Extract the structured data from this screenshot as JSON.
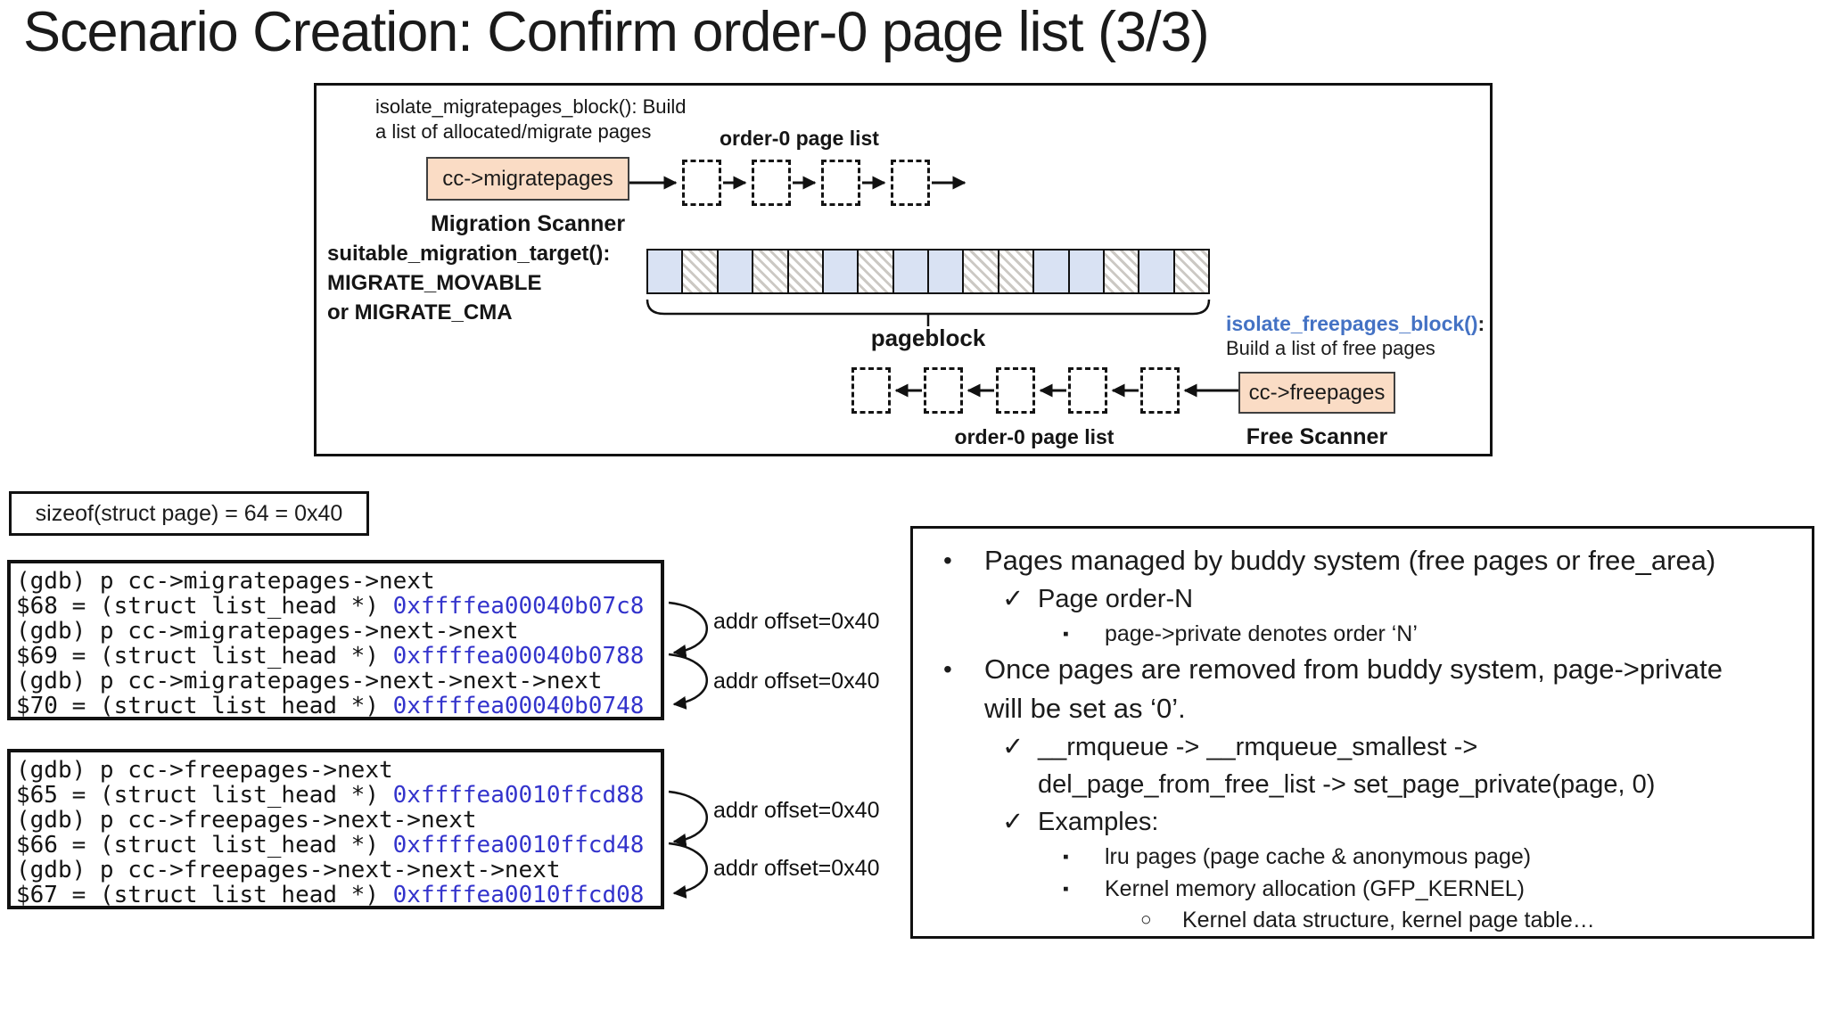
{
  "title": "Scenario Creation: Confirm order-0 page list (3/3)",
  "colors": {
    "accent_blue": "#4472c4",
    "address_blue": "#3333cc",
    "box_peach": "#fadcc5",
    "cell_blue": "#d9e2f3"
  },
  "diagram": {
    "migrate_annotation_line1": "isolate_migratepages_block(): Build",
    "migrate_annotation_line2": "a list of allocated/migrate pages",
    "order0_top_label": "order-0 page list",
    "migratepages_box": "cc->migratepages",
    "migration_scanner_label": "Migration Scanner",
    "suitable_lines": [
      "suitable_migration_target():",
      "MIGRATE_MOVABLE",
      "or MIGRATE_CMA"
    ],
    "pageblock": {
      "label": "pageblock",
      "cells": [
        "blue",
        "hatched",
        "blue",
        "hatched",
        "hatched",
        "blue",
        "hatched",
        "blue",
        "blue",
        "hatched",
        "hatched",
        "blue",
        "blue",
        "hatched",
        "blue",
        "hatched"
      ]
    },
    "free_annotation_link": "isolate_freepages_block()",
    "free_annotation_colon": ":",
    "free_annotation_line2": "Build a list of free pages",
    "freepages_box": "cc->freepages",
    "order0_bottom_label": "order-0 page list",
    "free_scanner_label": "Free Scanner",
    "top_chain_nodes": 4,
    "bottom_chain_nodes": 5
  },
  "sizeof_note": "sizeof(struct page) = 64 = 0x40",
  "gdb_migrate": {
    "lines": [
      {
        "cmd": "(gdb) p cc->migratepages->next"
      },
      {
        "result": "$68 = (struct list_head *) ",
        "address": "0xffffea00040b07c8"
      },
      {
        "cmd": "(gdb) p cc->migratepages->next->next"
      },
      {
        "result": "$69 = (struct list_head *) ",
        "address": "0xffffea00040b0788"
      },
      {
        "cmd": "(gdb) p cc->migratepages->next->next->next"
      },
      {
        "result": "$70 = (struct list_head *) ",
        "address": "0xffffea00040b0748"
      }
    ]
  },
  "gdb_free": {
    "lines": [
      {
        "cmd": "(gdb) p cc->freepages->next"
      },
      {
        "result": "$65 = (struct list_head *) ",
        "address": "0xffffea0010ffcd88"
      },
      {
        "cmd": "(gdb) p cc->freepages->next->next"
      },
      {
        "result": "$66 = (struct list_head *) ",
        "address": "0xffffea0010ffcd48"
      },
      {
        "cmd": "(gdb) p cc->freepages->next->next->next"
      },
      {
        "result": "$67 = (struct list_head *) ",
        "address": "0xffffea0010ffcd08"
      }
    ]
  },
  "offset_labels": [
    "addr offset=0x40",
    "addr offset=0x40",
    "addr offset=0x40",
    "addr offset=0x40"
  ],
  "notes": {
    "items": [
      {
        "level": 1,
        "marker": "•",
        "lines": [
          "Pages managed by buddy system (free pages or free_area)"
        ]
      },
      {
        "level": 2,
        "marker": "✓",
        "lines": [
          "Page order-N"
        ]
      },
      {
        "level": 3,
        "marker": "▪",
        "lines": [
          "page->private denotes order ‘N’"
        ]
      },
      {
        "level": 1,
        "marker": "•",
        "lines": [
          "Once pages are removed from buddy system, page->private",
          "will be set as ‘0’."
        ]
      },
      {
        "level": 2,
        "marker": "✓",
        "lines": [
          "__rmqueue -> __rmqueue_smallest ->",
          "del_page_from_free_list -> set_page_private(page, 0)"
        ]
      },
      {
        "level": 2,
        "marker": "✓",
        "lines": [
          "Examples:"
        ]
      },
      {
        "level": 3,
        "marker": "▪",
        "lines": [
          "lru pages (page cache & anonymous page)"
        ]
      },
      {
        "level": 3,
        "marker": "▪",
        "lines": [
          "Kernel memory allocation (GFP_KERNEL)"
        ]
      },
      {
        "level": 4,
        "marker": "○",
        "lines": [
          "Kernel data structure, kernel page table…"
        ]
      }
    ]
  }
}
